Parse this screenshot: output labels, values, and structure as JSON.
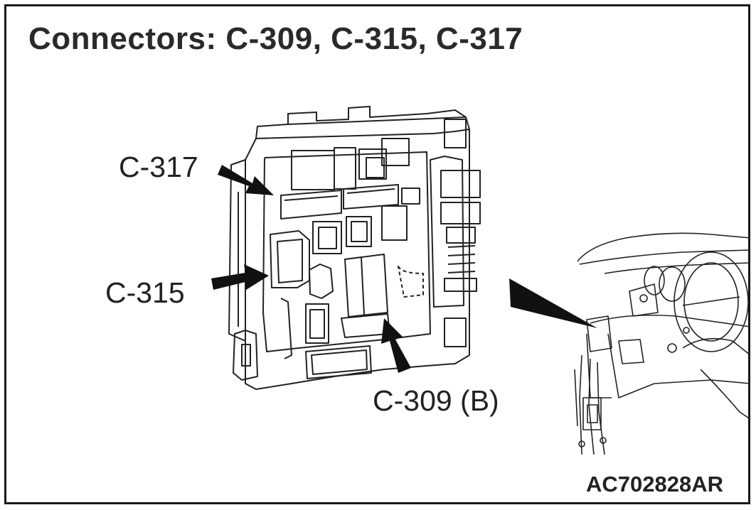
{
  "title": "Connectors: C-309, C-315, C-317",
  "callouts": {
    "c317": "C-317",
    "c315": "C-315",
    "c309": "C-309 (B)"
  },
  "figure_id": "AC702828AR"
}
